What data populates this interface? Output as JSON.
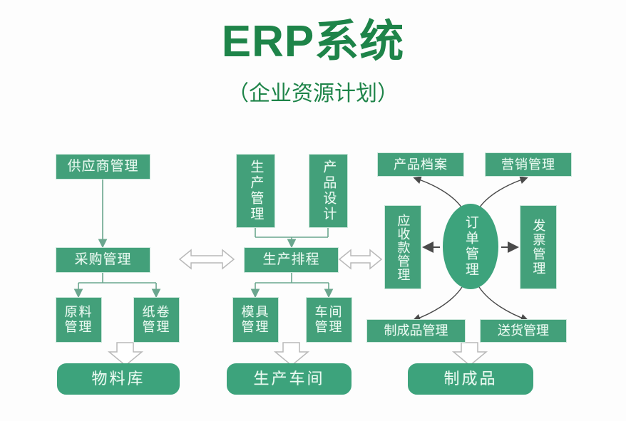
{
  "header": {
    "title": "ERP系统",
    "subtitle": "（企业资源计划）",
    "title_color": "#1e8449"
  },
  "theme": {
    "node_fill": "#43a07a",
    "node_fill_alt": "#3da37c",
    "node_text": "#eafaf1",
    "line_color": "#6aa68e",
    "background": "#fdfdfd"
  },
  "diagram": {
    "type": "flowchart",
    "columns": [
      {
        "name": "procurement",
        "nodes": [
          "supplier-management",
          "purchase-management",
          "raw-material-management",
          "paper-roll-management",
          "material-warehouse"
        ]
      },
      {
        "name": "production",
        "nodes": [
          "production-management",
          "product-design",
          "production-scheduling",
          "mold-management",
          "workshop-management",
          "production-workshop"
        ]
      },
      {
        "name": "sales",
        "nodes": [
          "product-archive",
          "marketing-management",
          "receivables-management",
          "order-management",
          "invoice-management",
          "finished-goods-management",
          "delivery-management",
          "finished-goods"
        ]
      }
    ],
    "nodes": {
      "supplier_management": "供应商管理",
      "purchase_management": "采购管理",
      "raw_material_management_l1": "原料",
      "raw_material_management_l2": "管理",
      "paper_roll_management_l1": "纸卷",
      "paper_roll_management_l2": "管理",
      "material_warehouse": "物料库",
      "production_management": "生产管理",
      "product_design": "产品设计",
      "production_scheduling": "生产排程",
      "mold_management_l1": "模具",
      "mold_management_l2": "管理",
      "workshop_management_l1": "车间",
      "workshop_management_l2": "管理",
      "production_workshop": "生产车间",
      "product_archive": "产品档案",
      "marketing_management": "营销管理",
      "receivables_management": "应收款管理",
      "order_management": "订单管理",
      "invoice_management": "发票管理",
      "finished_goods_management": "制成品管理",
      "delivery_management": "送货管理",
      "finished_goods": "制成品"
    },
    "connectors": [
      {
        "name": "supplier-to-purchase",
        "style": "solid-arrow",
        "direction": "down"
      },
      {
        "name": "purchase-to-raw-material",
        "style": "solid-arrow",
        "direction": "down-left"
      },
      {
        "name": "purchase-to-paper-roll",
        "style": "solid-arrow",
        "direction": "down-right"
      },
      {
        "name": "raw-material-to-warehouse",
        "style": "hollow-block-arrow",
        "direction": "down"
      },
      {
        "name": "production-mgmt-to-scheduling",
        "style": "solid-arrow",
        "direction": "down"
      },
      {
        "name": "product-design-to-scheduling",
        "style": "solid-arrow",
        "direction": "down"
      },
      {
        "name": "scheduling-to-mold",
        "style": "solid-arrow",
        "direction": "down-left"
      },
      {
        "name": "scheduling-to-workshop",
        "style": "solid-arrow",
        "direction": "down-right"
      },
      {
        "name": "mold-to-production-workshop",
        "style": "hollow-block-arrow",
        "direction": "down"
      },
      {
        "name": "purchase-scheduling-link",
        "style": "hollow-double-arrow",
        "direction": "horizontal"
      },
      {
        "name": "scheduling-receivables-link",
        "style": "hollow-double-arrow",
        "direction": "horizontal"
      },
      {
        "name": "order-to-receivables",
        "style": "solid-arrow",
        "direction": "left"
      },
      {
        "name": "order-to-invoice",
        "style": "solid-arrow",
        "direction": "right"
      },
      {
        "name": "order-to-product-archive",
        "style": "curved-arrow",
        "direction": "up-left"
      },
      {
        "name": "order-to-marketing",
        "style": "curved-arrow",
        "direction": "up-right"
      },
      {
        "name": "order-to-finished-goods-mgmt",
        "style": "curved-arrow",
        "direction": "down-left"
      },
      {
        "name": "order-to-delivery",
        "style": "curved-arrow",
        "direction": "down-right"
      },
      {
        "name": "finished-mgmt-to-finished-goods",
        "style": "hollow-block-arrow",
        "direction": "down"
      }
    ]
  }
}
